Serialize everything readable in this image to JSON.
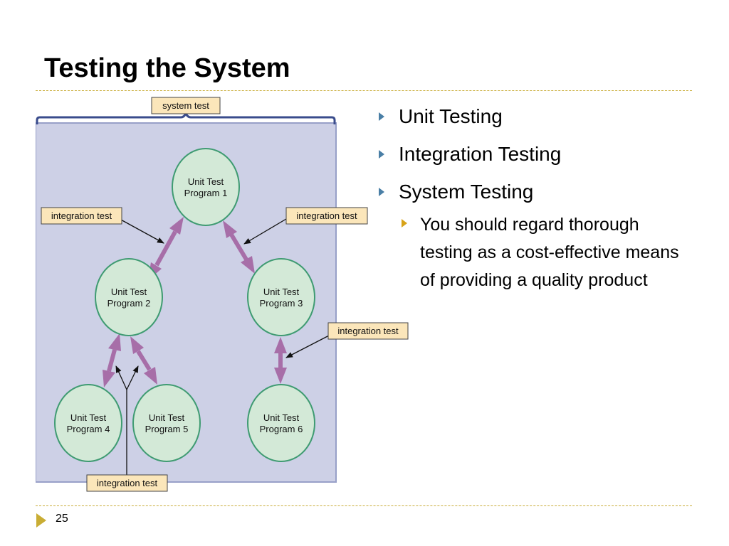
{
  "slide": {
    "title": "Testing the System",
    "page_number": "25"
  },
  "diagram": {
    "system_label": "system test",
    "integration_label": "integration test",
    "units": [
      {
        "line1": "Unit Test",
        "line2": "Program 1"
      },
      {
        "line1": "Unit Test",
        "line2": "Program 2"
      },
      {
        "line1": "Unit Test",
        "line2": "Program 3"
      },
      {
        "line1": "Unit Test",
        "line2": "Program 4"
      },
      {
        "line1": "Unit Test",
        "line2": "Program 5"
      },
      {
        "line1": "Unit Test",
        "line2": "Program 6"
      }
    ]
  },
  "bullets": {
    "items": [
      "Unit Testing",
      "Integration Testing",
      "System Testing"
    ],
    "sub": "You should regard thorough testing as a cost-effective means of providing a quality product"
  },
  "colors": {
    "panel": "#cdd0e6",
    "node_fill": "#d3e9d7",
    "node_stroke": "#3f9b72",
    "double_arrow": "#a76ea8",
    "label_fill": "#fbe6ba",
    "bullet_primary": "#4a7fa6",
    "bullet_secondary": "#d8a318",
    "rule": "#c9ac38"
  }
}
